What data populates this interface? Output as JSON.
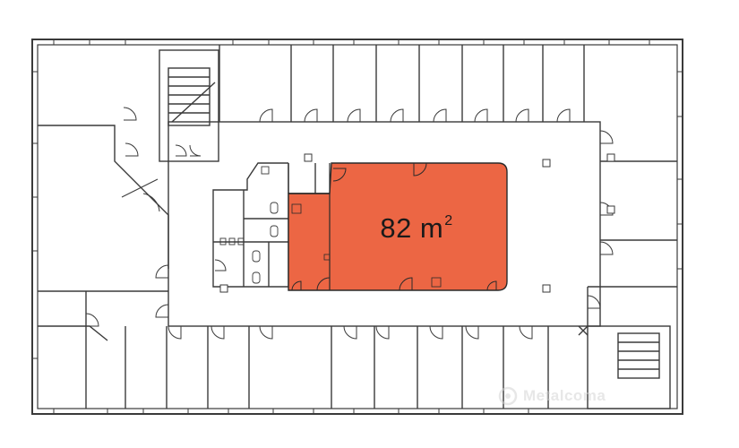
{
  "plan": {
    "highlighted_area": {
      "value": "82 m",
      "unit_exponent": "2"
    },
    "colors": {
      "wall": "#3a3a3a",
      "highlight": "#ec6644",
      "highlight_border": "#2a2a2a",
      "background": "#ffffff",
      "watermark": "#d4d4d4"
    }
  },
  "watermark": {
    "text": "Metalcoma"
  }
}
